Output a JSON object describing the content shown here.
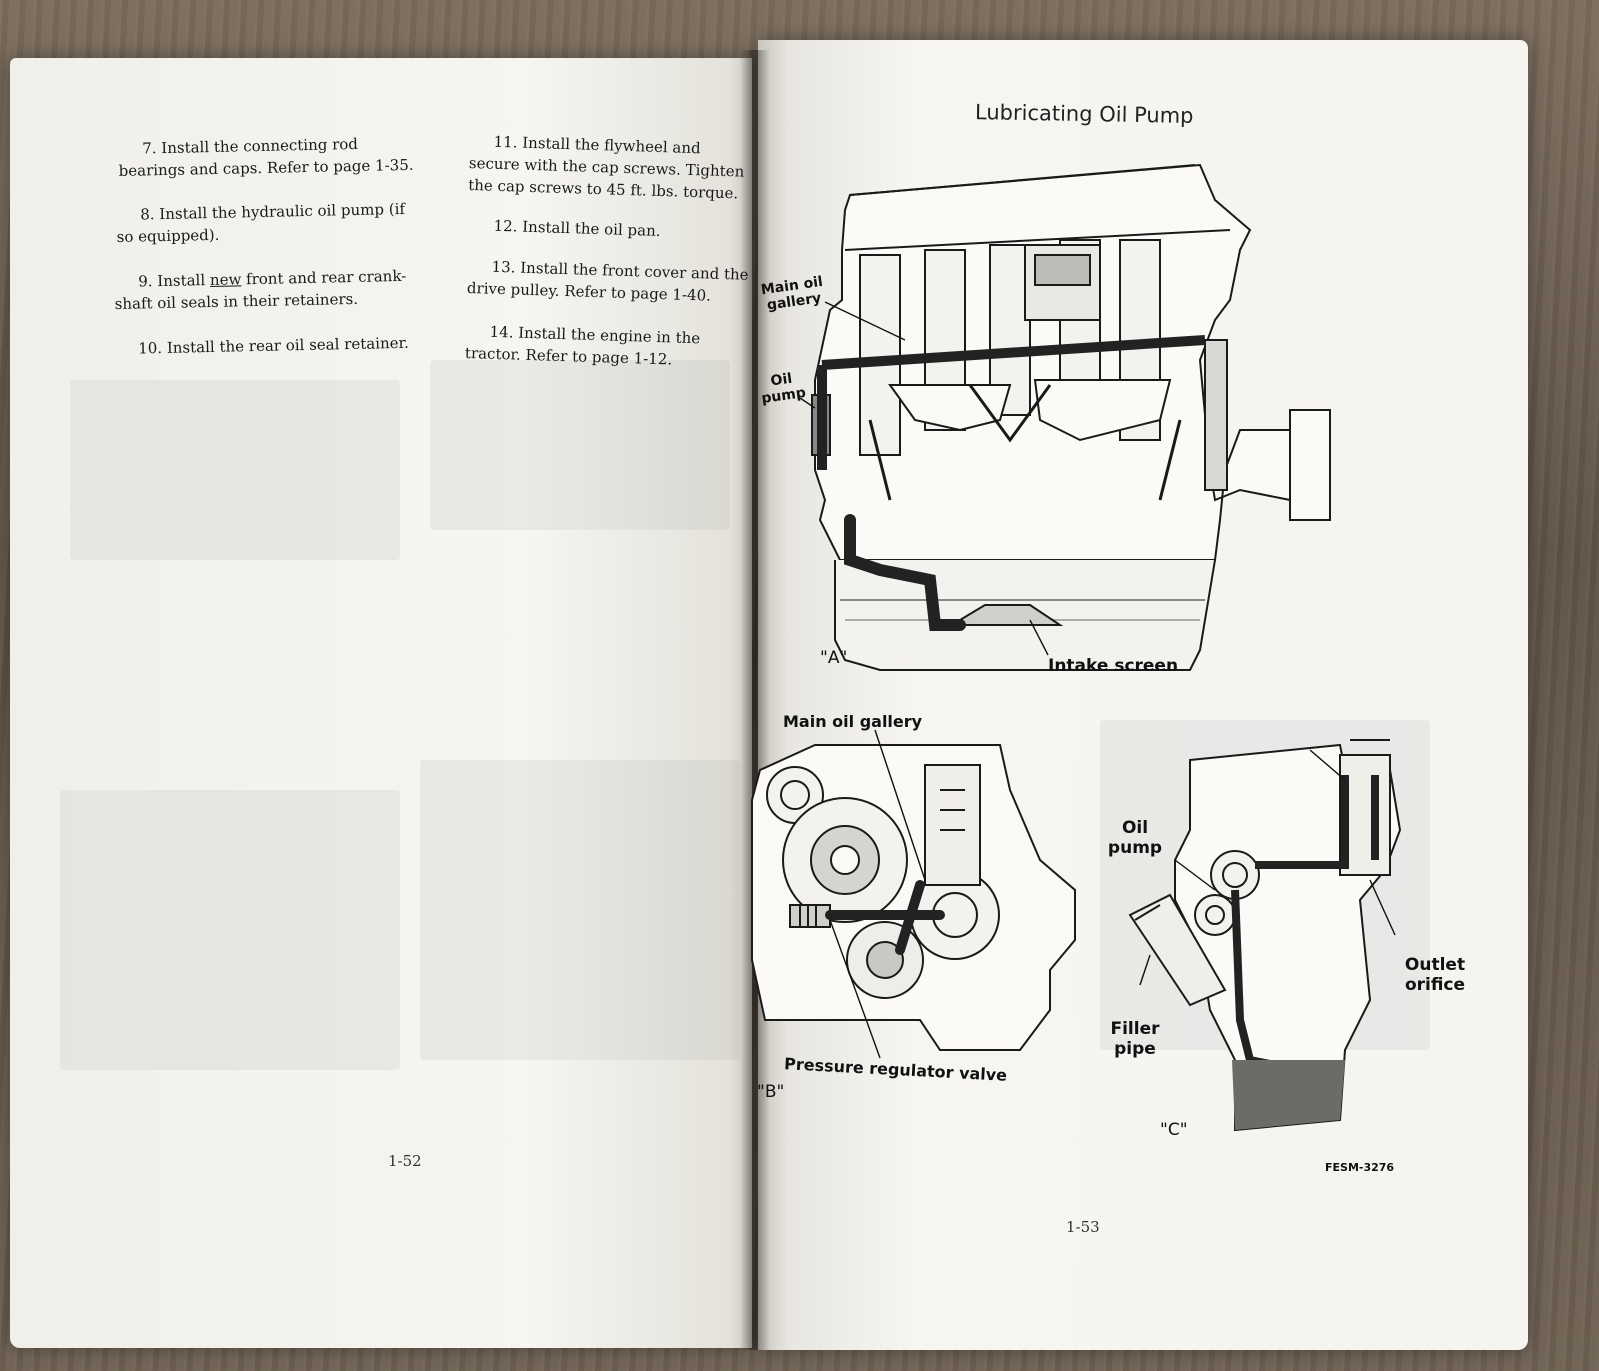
{
  "left_page": {
    "steps": [
      {
        "num": "7.",
        "text": "Install the connecting rod bearings and caps.  Refer to page 1-35."
      },
      {
        "num": "8.",
        "text": "Install the hydraulic oil pump (if so equipped)."
      },
      {
        "num": "9.",
        "pre": "Install ",
        "emph": "new",
        "post": " front and rear crank-shaft oil seals in their retainers."
      },
      {
        "num": "10.",
        "text": "Install the rear oil seal retainer."
      },
      {
        "num": "11.",
        "text": "Install the flywheel and secure with the cap screws.  Tighten the cap screws to 45 ft. lbs. torque."
      },
      {
        "num": "12.",
        "text": "Install the oil pan."
      },
      {
        "num": "13.",
        "text": "Install the front cover and the drive pulley.  Refer to page 1-40."
      },
      {
        "num": "14.",
        "text": "Install the engine in the tractor. Refer to page 1-12."
      }
    ],
    "page_number": "1-52"
  },
  "right_page": {
    "title": "Lubricating Oil Pump",
    "figure_a": {
      "letter": "\"A\"",
      "labels": {
        "main_oil_gallery": "Main oil gallery",
        "oil_pump": "Oil pump",
        "intake_screen": "Intake screen"
      }
    },
    "figure_b": {
      "letter": "\"B\"",
      "labels": {
        "main_oil_gallery": "Main oil gallery",
        "pressure_regulator_valve": "Pressure regulator valve"
      }
    },
    "figure_c": {
      "letter": "\"C\"",
      "labels": {
        "oil_pump": "Oil pump",
        "outlet_orifice": "Outlet orifice",
        "filler_pipe": "Filler pipe"
      }
    },
    "figure_code": "FESM-3276",
    "page_number": "1-53"
  },
  "colors": {
    "paper": "#f4f3ef",
    "ink": "#1a1a1a",
    "oil_dark": "#222222",
    "wood": "#6b5e4f"
  }
}
